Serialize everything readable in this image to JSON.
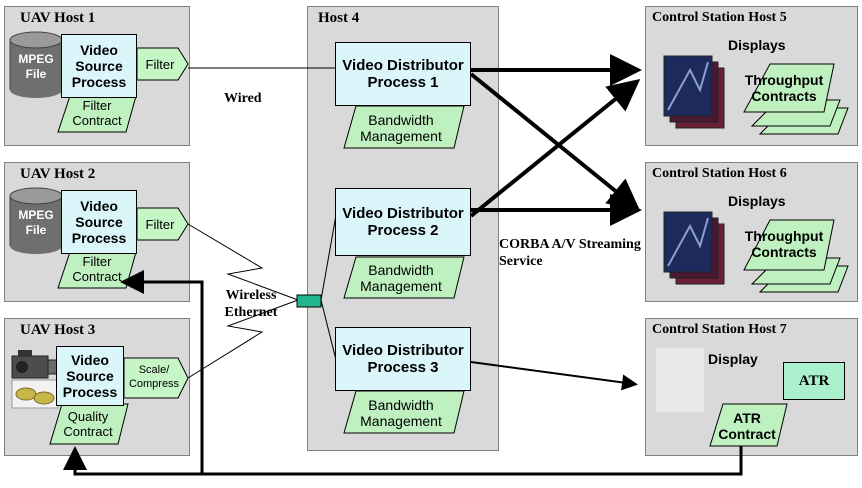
{
  "hosts": {
    "uav1": {
      "title": "UAV Host 1",
      "file_label": "MPEG File",
      "process": "Video Source Process",
      "filter": "Filter",
      "contract": "Filter Contract"
    },
    "uav2": {
      "title": "UAV Host 2",
      "file_label": "MPEG File",
      "process": "Video Source Process",
      "filter": "Filter",
      "contract": "Filter Contract"
    },
    "uav3": {
      "title": "UAV Host 3",
      "process": "Video Source Process",
      "filter": "Scale/ Compress",
      "contract": "Quality Contract"
    },
    "host4": {
      "title": "Host 4",
      "processes": [
        {
          "label": "Video Distributor Process 1",
          "contract": "Bandwidth Management"
        },
        {
          "label": "Video Distributor Process 2",
          "contract": "Bandwidth Management"
        },
        {
          "label": "Video Distributor Process 3",
          "contract": "Bandwidth Management"
        }
      ]
    },
    "cs5": {
      "title": "Control Station  Host 5",
      "displays": "Displays",
      "contract": "Throughput Contracts"
    },
    "cs6": {
      "title": "Control Station  Host 6",
      "displays": "Displays",
      "contract": "Throughput Contracts"
    },
    "cs7": {
      "title": "Control Station  Host 7",
      "display": "Display",
      "atr": "ATR",
      "contract": "ATR Contract"
    }
  },
  "labels": {
    "wired": "Wired",
    "wireless": "Wireless Ethernet",
    "corba": "CORBA A/V Streaming Service"
  },
  "colors": {
    "host_bg": "#d9d9d9",
    "process_bg": "#dbf6fb",
    "contract_bg": "#bff0bf",
    "filter_bg": "#c6f5c6",
    "atr_bg": "#aaf0cc",
    "switch": "#22b58c"
  }
}
